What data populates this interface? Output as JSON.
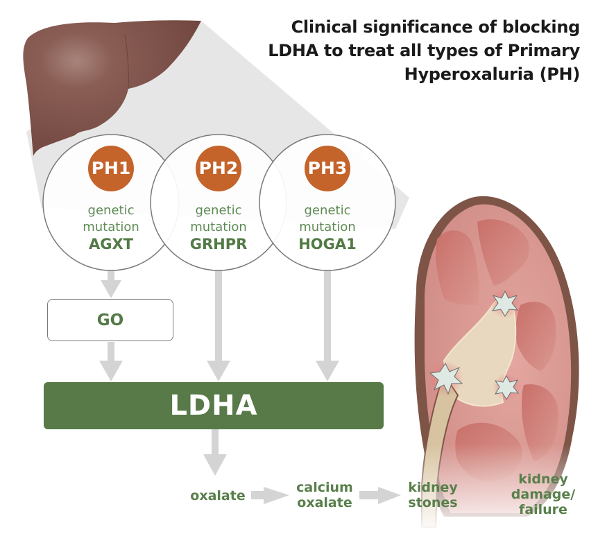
{
  "title": {
    "lines": [
      "Clinical significance of blocking",
      "LDHA to treat all types of Primary",
      "Hyperoxaluria (PH)"
    ]
  },
  "organs": {
    "liver": "liver-illustration",
    "kidney": "kidney-illustration-with-stones"
  },
  "types": [
    {
      "badge": "PH1",
      "line1": "genetic",
      "line2": "mutation",
      "gene": "AGXT"
    },
    {
      "badge": "PH2",
      "line1": "genetic",
      "line2": "mutation",
      "gene": "GRHPR"
    },
    {
      "badge": "PH3",
      "line1": "genetic",
      "line2": "mutation",
      "gene": "HOGA1"
    }
  ],
  "intermediate": {
    "label": "GO"
  },
  "enzyme": {
    "label": "LDHA"
  },
  "pathway": [
    {
      "lines": [
        "oxalate"
      ]
    },
    {
      "lines": [
        "calcium",
        "oxalate"
      ]
    },
    {
      "lines": [
        "kidney",
        "stones"
      ]
    },
    {
      "lines": [
        "kidney",
        "damage/",
        "failure"
      ]
    }
  ],
  "colors": {
    "badge": "#c4632a",
    "green_text": "#587f4b",
    "ldha_bar": "#577a48",
    "arrow_gray": "#d4d4d4",
    "liver": "#7d5048",
    "funnel_gray": "#e6e6e6"
  }
}
